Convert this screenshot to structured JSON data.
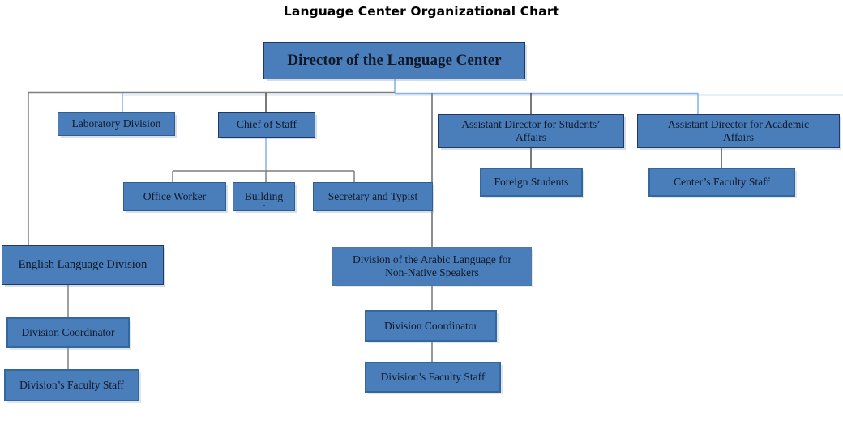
{
  "document": {
    "title": "Language Center Organizational Chart",
    "background_color": "#ffffff"
  },
  "palette": {
    "node_fill": "#4a7ebb",
    "border_dark": "#1f3864",
    "border_mid": "#2e5d92",
    "border_light": "#31699f",
    "connector_gray": "#7f7f7f",
    "connector_blue": "#8eb4e3",
    "text": "#101828"
  },
  "chart_data": {
    "type": "diagram",
    "diagram_kind": "organizational-chart",
    "title": "Language Center Organizational Chart",
    "nodes": [
      {
        "id": "director",
        "label": "Director of the Language Center",
        "level": 0
      },
      {
        "id": "laboratory",
        "label": "Laboratory Division",
        "level": 1,
        "parent": "director"
      },
      {
        "id": "chief-of-staff",
        "label": "Chief of Staff",
        "level": 1,
        "parent": "director"
      },
      {
        "id": "asst-students",
        "label": "Assistant Director for Students’ Affairs",
        "level": 1,
        "parent": "director"
      },
      {
        "id": "asst-academic",
        "label": "Assistant Director for Academic Affairs",
        "level": 1,
        "parent": "director"
      },
      {
        "id": "office-worker",
        "label": "Office Worker",
        "level": 2,
        "parent": "chief-of-staff"
      },
      {
        "id": "building",
        "label": "Building",
        "level": 2,
        "parent": "chief-of-staff"
      },
      {
        "id": "secretary",
        "label": "Secretary and Typist",
        "level": 2,
        "parent": "chief-of-staff"
      },
      {
        "id": "foreign-students",
        "label": "Foreign Students",
        "level": 2,
        "parent": "asst-students"
      },
      {
        "id": "center-faculty",
        "label": "Center’s Faculty Staff",
        "level": 2,
        "parent": "asst-academic"
      },
      {
        "id": "english-division",
        "label": "English Language Division",
        "level": 1,
        "parent": "director"
      },
      {
        "id": "eng-coordinator",
        "label": "Division Coordinator",
        "level": 2,
        "parent": "english-division"
      },
      {
        "id": "eng-faculty",
        "label": "Division’s Faculty Staff",
        "level": 3,
        "parent": "eng-coordinator"
      },
      {
        "id": "arabic-division",
        "label": "Division of the Arabic Language for Non-Native Speakers",
        "level": 1,
        "parent": "director"
      },
      {
        "id": "ara-coordinator",
        "label": "Division Coordinator",
        "level": 2,
        "parent": "arabic-division"
      },
      {
        "id": "ara-faculty",
        "label": "Division’s Faculty Staff",
        "level": 3,
        "parent": "ara-coordinator"
      }
    ],
    "edges": [
      {
        "from": "director",
        "to": "laboratory"
      },
      {
        "from": "director",
        "to": "chief-of-staff"
      },
      {
        "from": "director",
        "to": "asst-students"
      },
      {
        "from": "director",
        "to": "asst-academic"
      },
      {
        "from": "director",
        "to": "english-division"
      },
      {
        "from": "director",
        "to": "arabic-division"
      },
      {
        "from": "chief-of-staff",
        "to": "office-worker"
      },
      {
        "from": "chief-of-staff",
        "to": "building"
      },
      {
        "from": "chief-of-staff",
        "to": "secretary"
      },
      {
        "from": "asst-students",
        "to": "foreign-students"
      },
      {
        "from": "asst-academic",
        "to": "center-faculty"
      },
      {
        "from": "english-division",
        "to": "eng-coordinator"
      },
      {
        "from": "eng-coordinator",
        "to": "eng-faculty"
      },
      {
        "from": "arabic-division",
        "to": "ara-coordinator"
      },
      {
        "from": "ara-coordinator",
        "to": "ara-faculty"
      }
    ]
  },
  "nodes": {
    "director": {
      "label": "Director of the Language Center"
    },
    "laboratory": {
      "label": "Laboratory Division"
    },
    "chief_of_staff": {
      "label": "Chief of Staff"
    },
    "asst_students": {
      "line1": "Assistant Director for Students’",
      "line2": "Affairs"
    },
    "asst_academic": {
      "line1": "Assistant Director for Academic",
      "line2": "Affairs"
    },
    "office_worker": {
      "label": "Office Worker"
    },
    "building": {
      "label": "Building"
    },
    "secretary": {
      "label": "Secretary and Typist"
    },
    "foreign_students": {
      "label": "Foreign Students"
    },
    "center_faculty": {
      "label": "Center’s Faculty Staff"
    },
    "english_division": {
      "label": "English Language Division"
    },
    "eng_coordinator": {
      "label": "Division Coordinator"
    },
    "eng_faculty": {
      "label": "Division’s Faculty Staff"
    },
    "arabic_division": {
      "line1": "Division of the Arabic Language for",
      "line2": "Non-Native Speakers"
    },
    "ara_coordinator": {
      "label": "Division Coordinator"
    },
    "ara_faculty": {
      "label": "Division’s Faculty Staff"
    }
  }
}
